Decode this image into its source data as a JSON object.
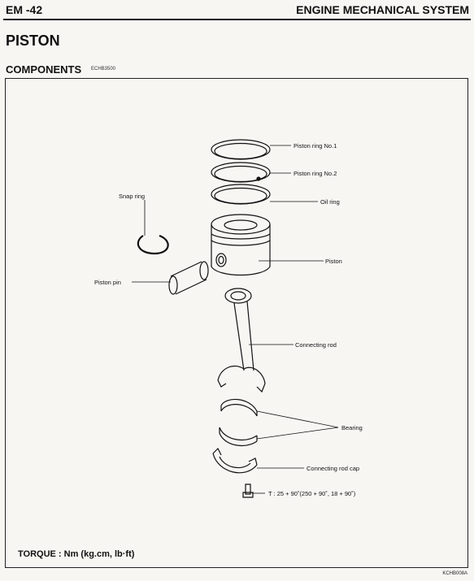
{
  "header": {
    "left": "EM -42",
    "right": "ENGINE MECHANICAL SYSTEM"
  },
  "title": "PISTON",
  "section": {
    "label": "COMPONENTS",
    "code": "ECHB3500"
  },
  "labels": {
    "ring1": "Piston ring No.1",
    "ring2": "Piston ring No.2",
    "oil_ring": "Oil ring",
    "snap_ring": "Snap ring",
    "piston": "Piston",
    "piston_pin": "Piston pin",
    "connecting_rod": "Connecting rod",
    "bearing": "Bearing",
    "rod_cap": "Connecting rod cap",
    "torque_spec": "T : 25 + 90˚(250 + 90˚, 18 + 90˚)"
  },
  "footer": {
    "torque": "TORQUE : Nm (kg.cm, lb·ft)",
    "figure_code": "KCHB008A"
  }
}
